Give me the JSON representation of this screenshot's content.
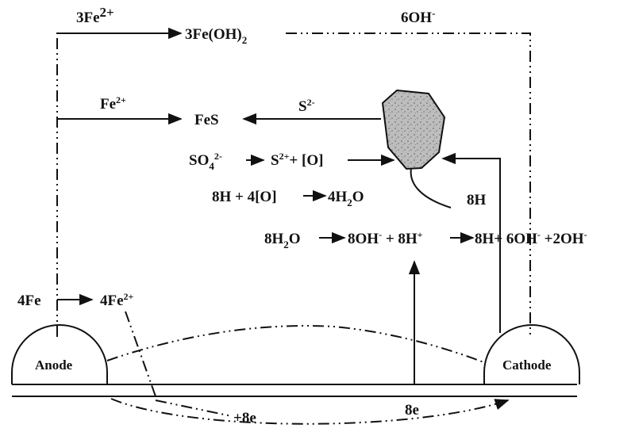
{
  "labels": {
    "top_fe2": [
      "3Fe",
      "2+"
    ],
    "top_feoh2": [
      "3Fe(OH)",
      "2"
    ],
    "top_oh": [
      "6OH",
      "-"
    ],
    "fe2_mid": [
      "Fe",
      "2+"
    ],
    "fes": "FeS",
    "s2_arrow": [
      "S",
      "2-"
    ],
    "so4": [
      "SO",
      "4",
      "2-"
    ],
    "s2_plus_o": [
      "S",
      "2+",
      "+ [O]"
    ],
    "h2o_eq": [
      "8H + 4[O]",
      "4H",
      "2",
      "O"
    ],
    "h8_right": "8H",
    "main_eq_h2o": [
      "8H",
      "2",
      "O"
    ],
    "main_eq_rest": [
      "8OH",
      "-",
      " + 8H",
      "+",
      "8H+ 6OH",
      "-",
      " +2OH",
      "-"
    ],
    "fe4": "4Fe",
    "fe4_2plus": [
      "4Fe",
      "2+"
    ],
    "anode": "Anode",
    "cathode": "Cathode",
    "plus_8e": "+8e",
    "e8": "8e"
  },
  "colors": {
    "ink": "#111111",
    "particle_fill": "#b8b8b8",
    "particle_speckle": "#6f6f6f",
    "background": "#ffffff"
  }
}
